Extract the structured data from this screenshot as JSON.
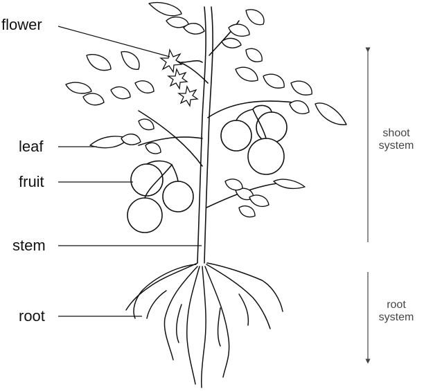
{
  "labels": {
    "flower": "flower",
    "leaf": "leaf",
    "fruit": "fruit",
    "stem": "stem",
    "root": "root"
  },
  "systems": {
    "shoot_line1": "shoot",
    "shoot_line2": "system",
    "root_line1": "root",
    "root_line2": "system"
  },
  "colors": {
    "line": "#111111",
    "secondary_text": "#444444",
    "background": "#ffffff"
  }
}
